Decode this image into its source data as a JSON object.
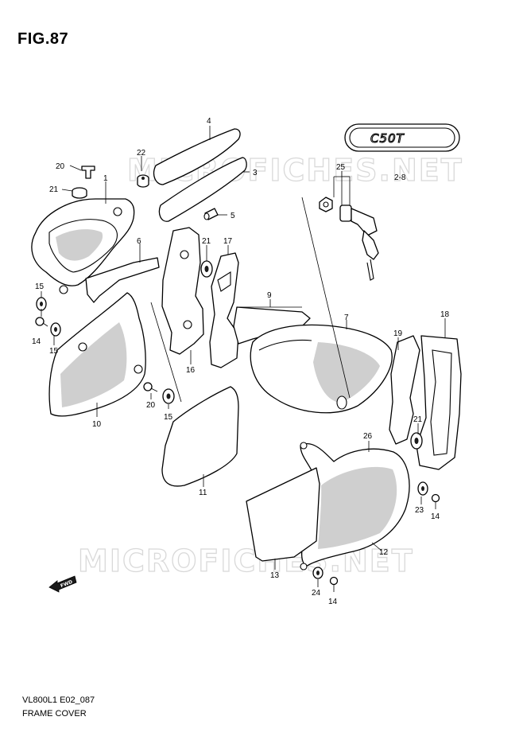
{
  "figure": {
    "title": "FIG.87"
  },
  "footer": {
    "model_code": "VL800L1 E02_087",
    "caption": "FRAME COVER"
  },
  "watermark": {
    "text": "MICROFICHES.NET"
  },
  "emblem": {
    "text": "C50T"
  },
  "reference": {
    "text": "2-8"
  },
  "fwd_marker": {
    "text": "FWD"
  },
  "callouts": {
    "c1": "1",
    "c3": "3",
    "c4": "4",
    "c5": "5",
    "c6": "6",
    "c7": "7",
    "c9": "9",
    "c10": "10",
    "c11": "11",
    "c12": "12",
    "c13": "13",
    "c14a": "14",
    "c14b": "14",
    "c14c": "14",
    "c15a": "15",
    "c15b": "15",
    "c15c": "15",
    "c16": "16",
    "c17": "17",
    "c18": "18",
    "c19": "19",
    "c20a": "20",
    "c20b": "20",
    "c21a": "21",
    "c21b": "21",
    "c21c": "21",
    "c22": "22",
    "c23": "23",
    "c24": "24",
    "c25": "25",
    "c26": "26"
  }
}
